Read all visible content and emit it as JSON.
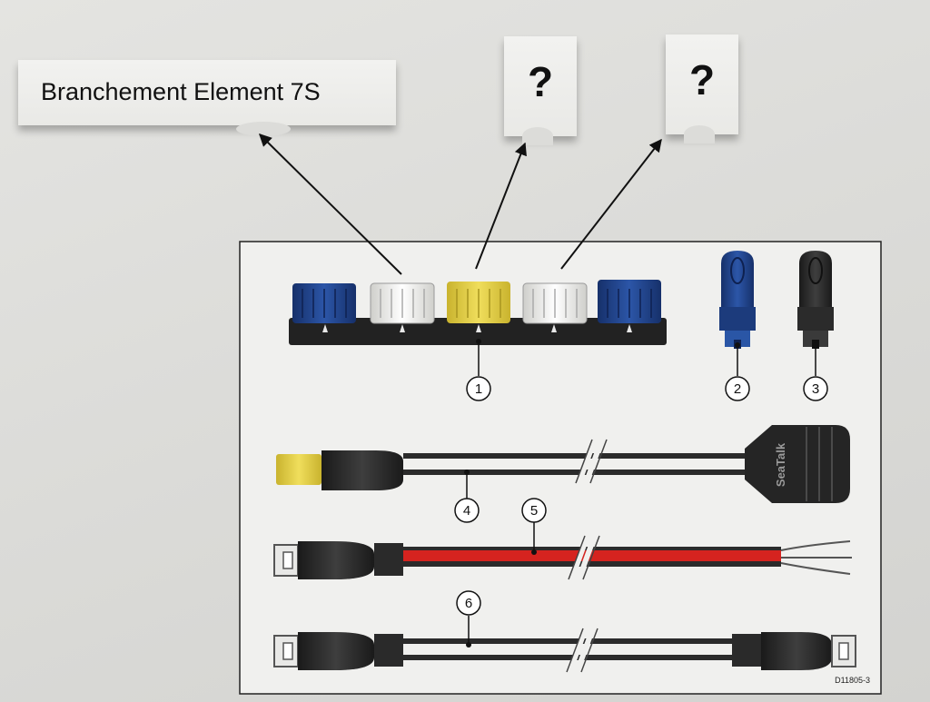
{
  "labels": {
    "title": "Branchement Element 7S",
    "question_1": "?",
    "question_2": "?",
    "brand": "SeaTalk",
    "figure_id": "D11805-3"
  },
  "callouts": {
    "c1": "1",
    "c2": "2",
    "c3": "3",
    "c4": "4",
    "c5": "5",
    "c6": "6"
  },
  "colors": {
    "blue": "#1f3f86",
    "white": "#f1f1ee",
    "yellow": "#e3cf45",
    "black": "#262626",
    "red": "#d5231f",
    "cable": "#2b2b2b"
  },
  "icons": [
    "arrow-up-icon",
    "cable-break-icon",
    "circle-number-icon"
  ]
}
